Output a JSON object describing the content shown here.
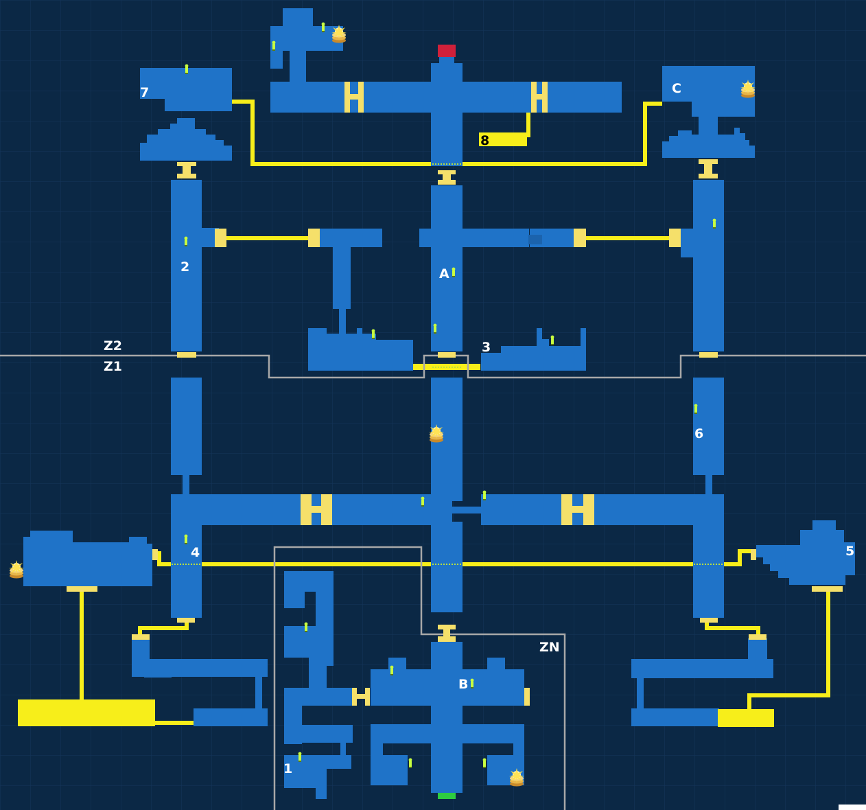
{
  "map": {
    "colors": {
      "background": "#0b2845",
      "room": "#1f73c8",
      "corridor": "#f7ee1a",
      "door": "#f5e06a",
      "boundary": "#a8a8a8",
      "item": "#c8ff40",
      "start": "#2ecc40",
      "exit": "#d0203a",
      "label": "#ffffff"
    },
    "zones": [
      "Z2",
      "Z1",
      "ZN"
    ],
    "room_labels": [
      "1",
      "2",
      "3",
      "4",
      "5",
      "6",
      "7",
      "8",
      "A",
      "B",
      "C"
    ],
    "markers": {
      "start": "start-marker",
      "exit": "exit-marker",
      "item": "key-icon",
      "treasure": "treasure-icon"
    }
  }
}
